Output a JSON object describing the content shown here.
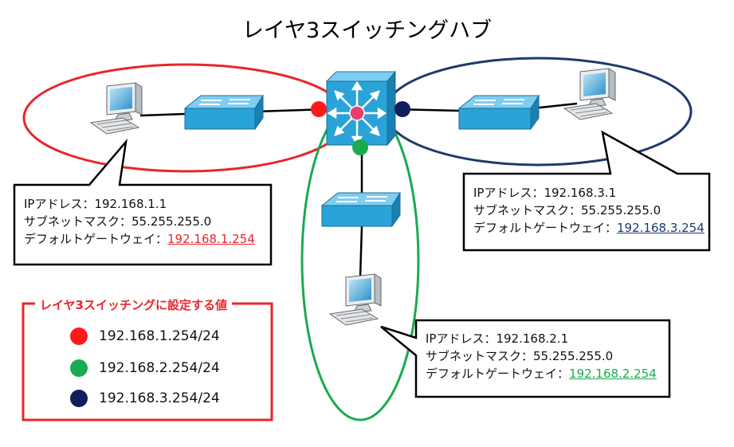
{
  "title": "レイヤ3スイッチングハブ",
  "networks": [
    {
      "id": "red",
      "color": "#e8262b",
      "pc": {
        "ip": "IPアドレス：192.168.1.1",
        "mask": "サブネットマスク：55.255.255.0",
        "gw_label": "デフォルトゲートウェイ：",
        "gw_value": "192.168.1.254"
      }
    },
    {
      "id": "green",
      "color": "#1aaa50",
      "pc": {
        "ip": "IPアドレス：192.168.2.1",
        "mask": "サブネットマスク：55.255.255.0",
        "gw_label": "デフォルトゲートウェイ：",
        "gw_value": "192.168.2.254"
      }
    },
    {
      "id": "navy",
      "color": "#1f3a6b",
      "pc": {
        "ip": "IPアドレス：192.168.3.1",
        "mask": "サブネットマスク：55.255.255.0",
        "gw_label": "デフォルトゲートウェイ：",
        "gw_value": "192.168.3.254"
      }
    }
  ],
  "legend": {
    "title": "レイヤ3スイッチングに設定する値",
    "items": [
      {
        "color": "#ff1a1a",
        "label": "192.168.1.254/24"
      },
      {
        "color": "#1aaa50",
        "label": "192.168.2.254/24"
      },
      {
        "color": "#0f1f5c",
        "label": "192.168.3.254/24"
      }
    ]
  },
  "icons": {
    "l3_switch": "layer3-switch-icon",
    "switch": "switch-icon",
    "pc": "pc-icon"
  },
  "colors": {
    "device_blue": "#2aa3d8",
    "device_blue_dark": "#1b7fb0",
    "center_dot": "#e83e6a"
  }
}
